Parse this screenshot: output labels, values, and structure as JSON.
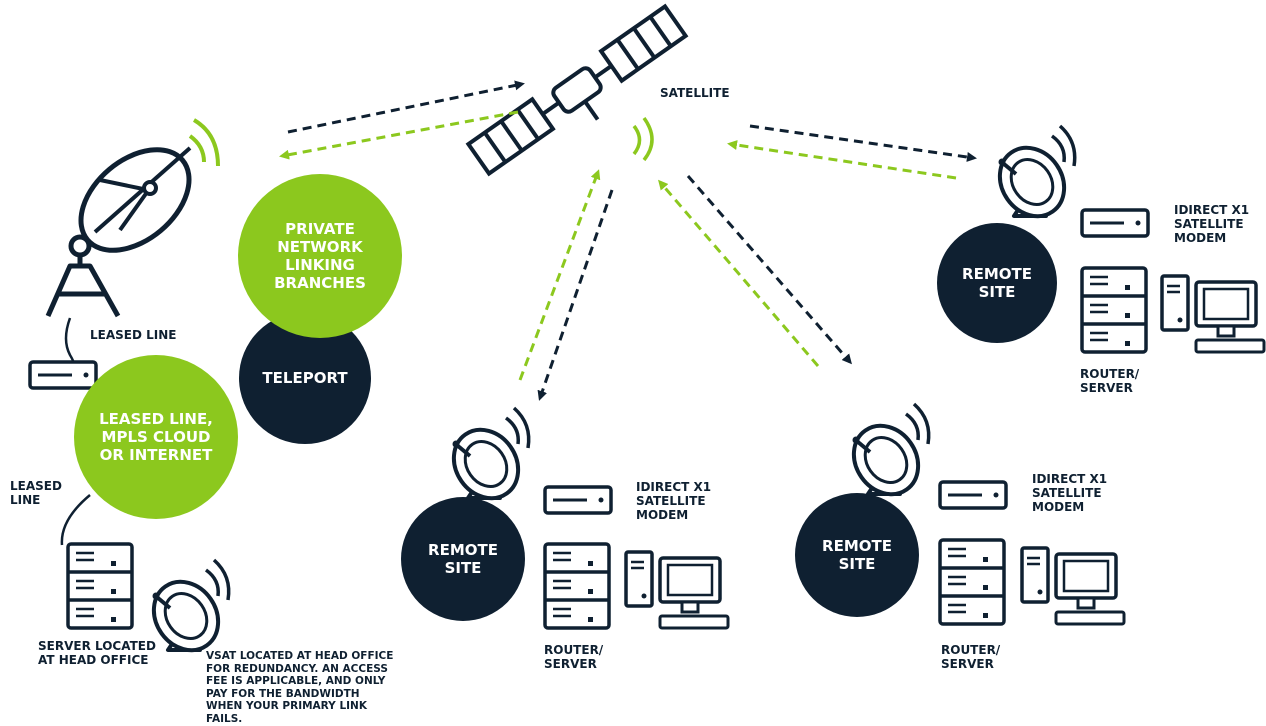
{
  "colors": {
    "dark": "#0f2031",
    "green": "#8cc81e",
    "white": "#ffffff"
  },
  "labels": {
    "satellite": "SATELLITE",
    "private_network": "PRIVATE NETWORK LINKING BRANCHES",
    "teleport": "TELEPORT",
    "leased_line_top": "LEASED LINE",
    "leased_mpls": "LEASED LINE, MPLS CLOUD OR INTERNET",
    "leased_line_left": "LEASED LINE",
    "server_head_office": "SERVER LOCATED AT HEAD OFFICE",
    "vsat_note": "VSAT LOCATED AT HEAD OFFICE FOR REDUNDANCY. AN ACCESS FEE IS APPLICABLE, AND ONLY PAY FOR THE BANDWIDTH WHEN YOUR PRIMARY LINK FAILS.",
    "remote_site": "REMOTE SITE",
    "modem": "IDIRECT X1 SATELLITE MODEM",
    "router_server": "ROUTER/ SERVER"
  },
  "icons": [
    "satellite-icon",
    "teleport-dish-icon",
    "vsat-dish-icon",
    "modem-icon",
    "server-rack-icon",
    "computer-icon"
  ]
}
